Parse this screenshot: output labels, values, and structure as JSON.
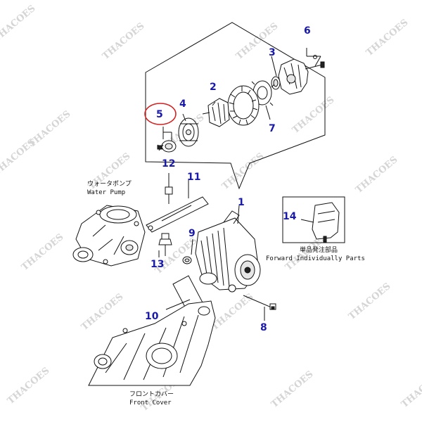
{
  "watermark": "THACOES",
  "callouts": {
    "c1": "1",
    "c2": "2",
    "c3": "3",
    "c4": "4",
    "c5": "5",
    "c6": "6",
    "c7": "7",
    "c8": "8",
    "c9": "9",
    "c10": "10",
    "c11": "11",
    "c12": "12",
    "c13": "13",
    "c14": "14"
  },
  "highlight": {
    "callout": "5",
    "color": "#d42020"
  },
  "accent_color": "#1a1aa8",
  "labels": {
    "water_pump_jp": "ウォータポンプ",
    "water_pump_en": "Water Pump",
    "forward_jp": "単品発注部品",
    "forward_en": "Forward Individually Parts",
    "front_cover_jp": "フロントカバー",
    "front_cover_en": "Front Cover"
  }
}
